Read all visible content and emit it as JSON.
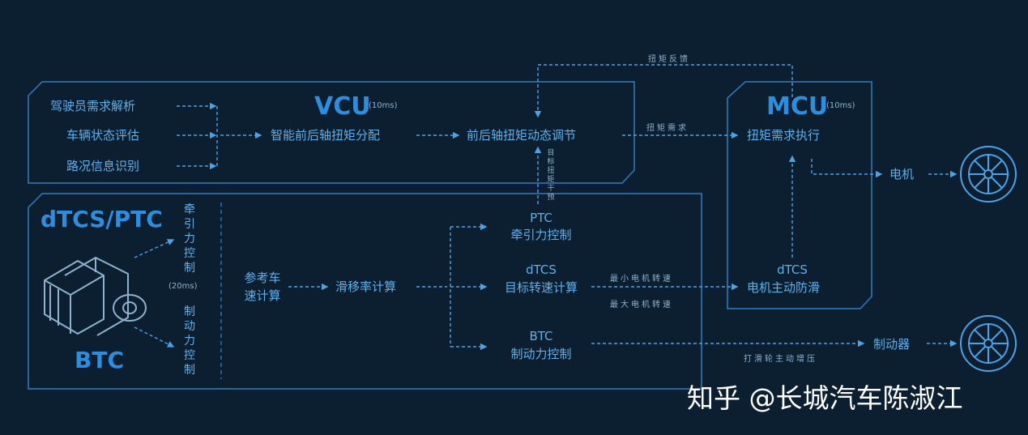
{
  "vcu": {
    "title": "VCU",
    "period": "(10ms)",
    "inputs": [
      "驾驶员需求解析",
      "车辆状态评估",
      "路况信息识别"
    ],
    "distribution": "智能前后轴扭矩分配",
    "dynamic": "前后轴扭矩动态调节"
  },
  "mcu": {
    "title": "MCU",
    "period": "(10ms)",
    "execute": "扭矩需求执行",
    "dtcs_top": "dTCS",
    "dtcs_bottom": "电机主动防滑"
  },
  "lower": {
    "title_top": "dTCS/PTC",
    "title_bottom": "BTC",
    "traction_vertical": "牵引力控制",
    "period": "(20ms)",
    "brake_vertical": "制动力控制",
    "ref_speed_1": "参考车",
    "ref_speed_2": "速计算",
    "slip": "滑移率计算",
    "ptc_1": "PTC",
    "ptc_2": "牵引力控制",
    "dtcs_1": "dTCS",
    "dtcs_2": "目标转速计算",
    "btc_1": "BTC",
    "btc_2": "制动力控制"
  },
  "arrows": {
    "torque_feedback": "扭矩反馈",
    "torque_request": "扭矩需求",
    "target_torque_intervention": "目标扭矩干预",
    "min_motor_speed": "最小电机转速",
    "max_motor_speed": "最大电机转速",
    "slip_wheel_brake": "打滑轮主动增压"
  },
  "outputs": {
    "motor": "电机",
    "brake": "制动器"
  },
  "watermark": "知乎 @长城汽车陈淑江",
  "colors": {
    "background": "#0b1f30",
    "line": "#2f7fc0",
    "text": "#5fb0ea",
    "title": "#2a8fe0"
  }
}
